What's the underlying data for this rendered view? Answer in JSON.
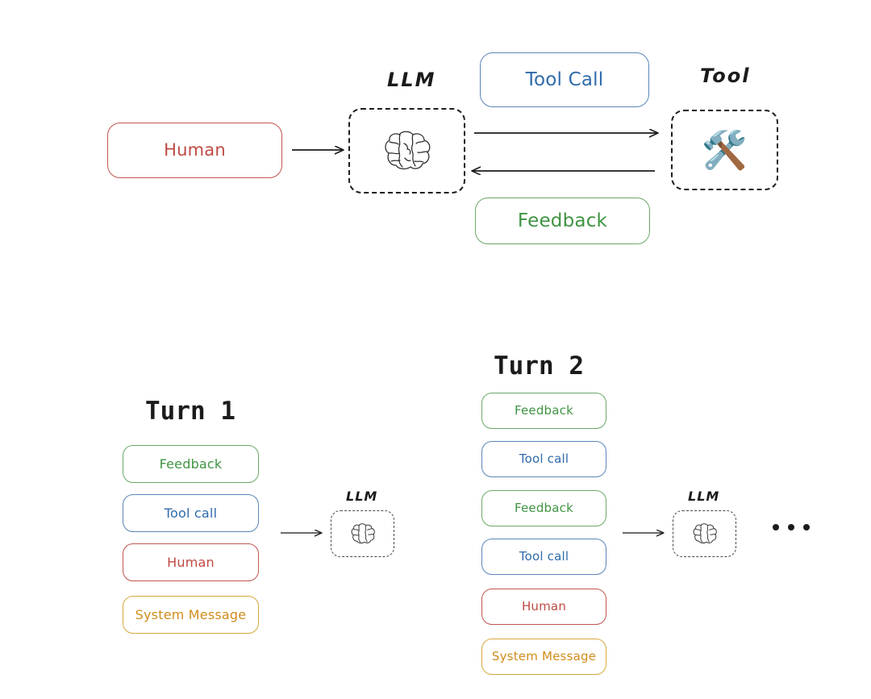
{
  "diagram": {
    "title": "LLM agent tool-calling loop and multi-turn message stack",
    "colors": {
      "human": "#bf4a42",
      "tool_call": "#2f6bab",
      "feedback": "#3f9442",
      "system_message": "#d08c1c",
      "outline": "#1b1b1b",
      "background": "#ffffff"
    }
  },
  "top_section": {
    "human_box": {
      "label": "Human"
    },
    "llm": {
      "caption": "LLM",
      "icon": "brain-icon"
    },
    "tool_call_box": {
      "label": "Tool Call"
    },
    "feedback_box": {
      "label": "Feedback"
    },
    "tool": {
      "caption": "Tool",
      "icon": "hammer-and-wrench-icon",
      "glyph": "🛠️"
    },
    "arrows": [
      {
        "name": "human-to-llm",
        "direction": "right"
      },
      {
        "name": "llm-to-tool",
        "direction": "right"
      },
      {
        "name": "tool-to-llm",
        "direction": "left"
      }
    ]
  },
  "turn1": {
    "title": "Turn 1",
    "stack": [
      {
        "label": "Feedback",
        "role": "feedback"
      },
      {
        "label": "Tool call",
        "role": "toolcall"
      },
      {
        "label": "Human",
        "role": "human"
      },
      {
        "label": "System Message",
        "role": "system"
      }
    ],
    "llm": {
      "caption": "LLM",
      "icon": "brain-icon"
    },
    "arrow": {
      "name": "turn1-stack-to-llm",
      "direction": "right"
    }
  },
  "turn2": {
    "title": "Turn 2",
    "stack": [
      {
        "label": "Feedback",
        "role": "feedback"
      },
      {
        "label": "Tool call",
        "role": "toolcall"
      },
      {
        "label": "Feedback",
        "role": "feedback"
      },
      {
        "label": "Tool call",
        "role": "toolcall"
      },
      {
        "label": "Human",
        "role": "human"
      },
      {
        "label": "System Message",
        "role": "system"
      }
    ],
    "llm": {
      "caption": "LLM",
      "icon": "brain-icon"
    },
    "arrow": {
      "name": "turn2-stack-to-llm",
      "direction": "right"
    },
    "continuation": {
      "name": "ellipsis",
      "glyph": "•••"
    }
  }
}
